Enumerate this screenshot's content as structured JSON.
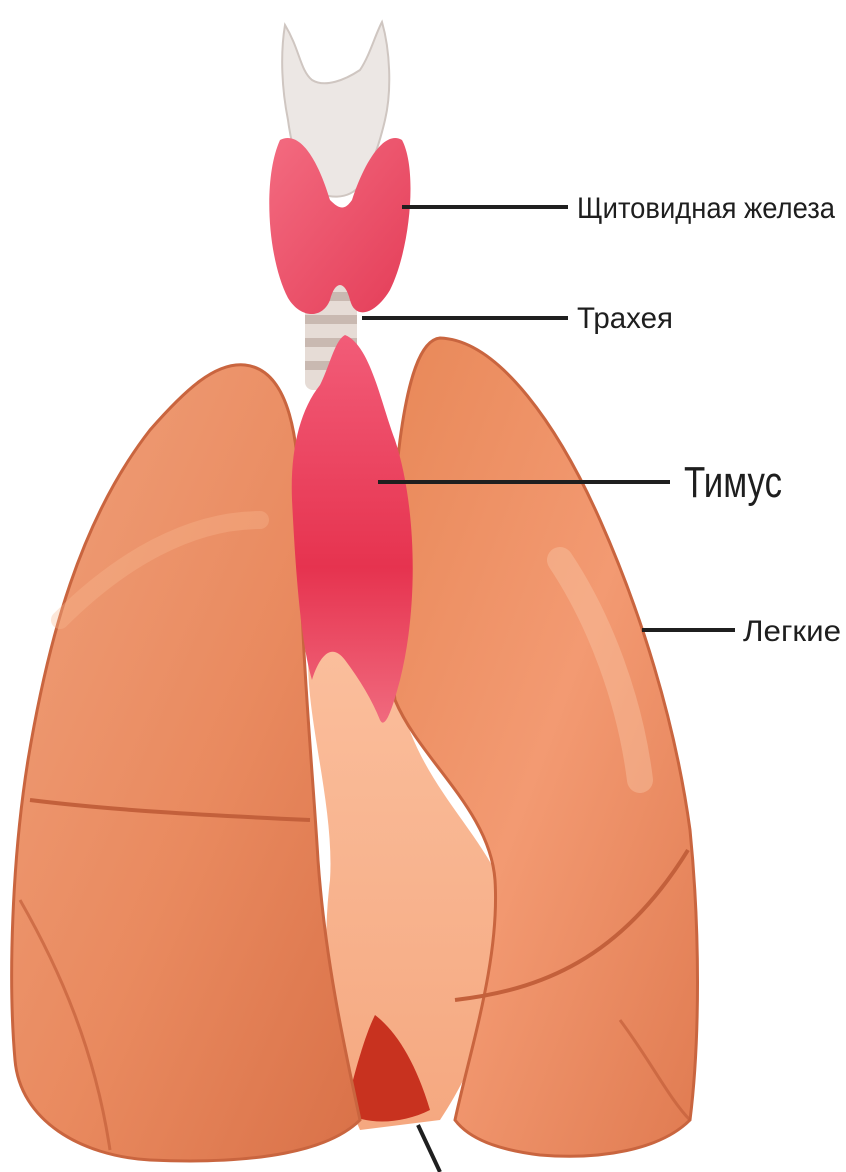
{
  "labels": {
    "thyroid": "Щитовидная железа",
    "trachea": "Трахея",
    "thymus": "Тимус",
    "lungs": "Легкие"
  },
  "colors": {
    "lung": "#eb8c5f",
    "lung_light": "#f6b08a",
    "lung_shadow": "#c9653f",
    "thymus": "#ea3a58",
    "thyroid": "#ef4f6a",
    "larynx": "#e9e4e1",
    "trachea_ring": "#d9cfc9",
    "heart": "#ffc2a0",
    "heart_apex": "#c8321f"
  }
}
